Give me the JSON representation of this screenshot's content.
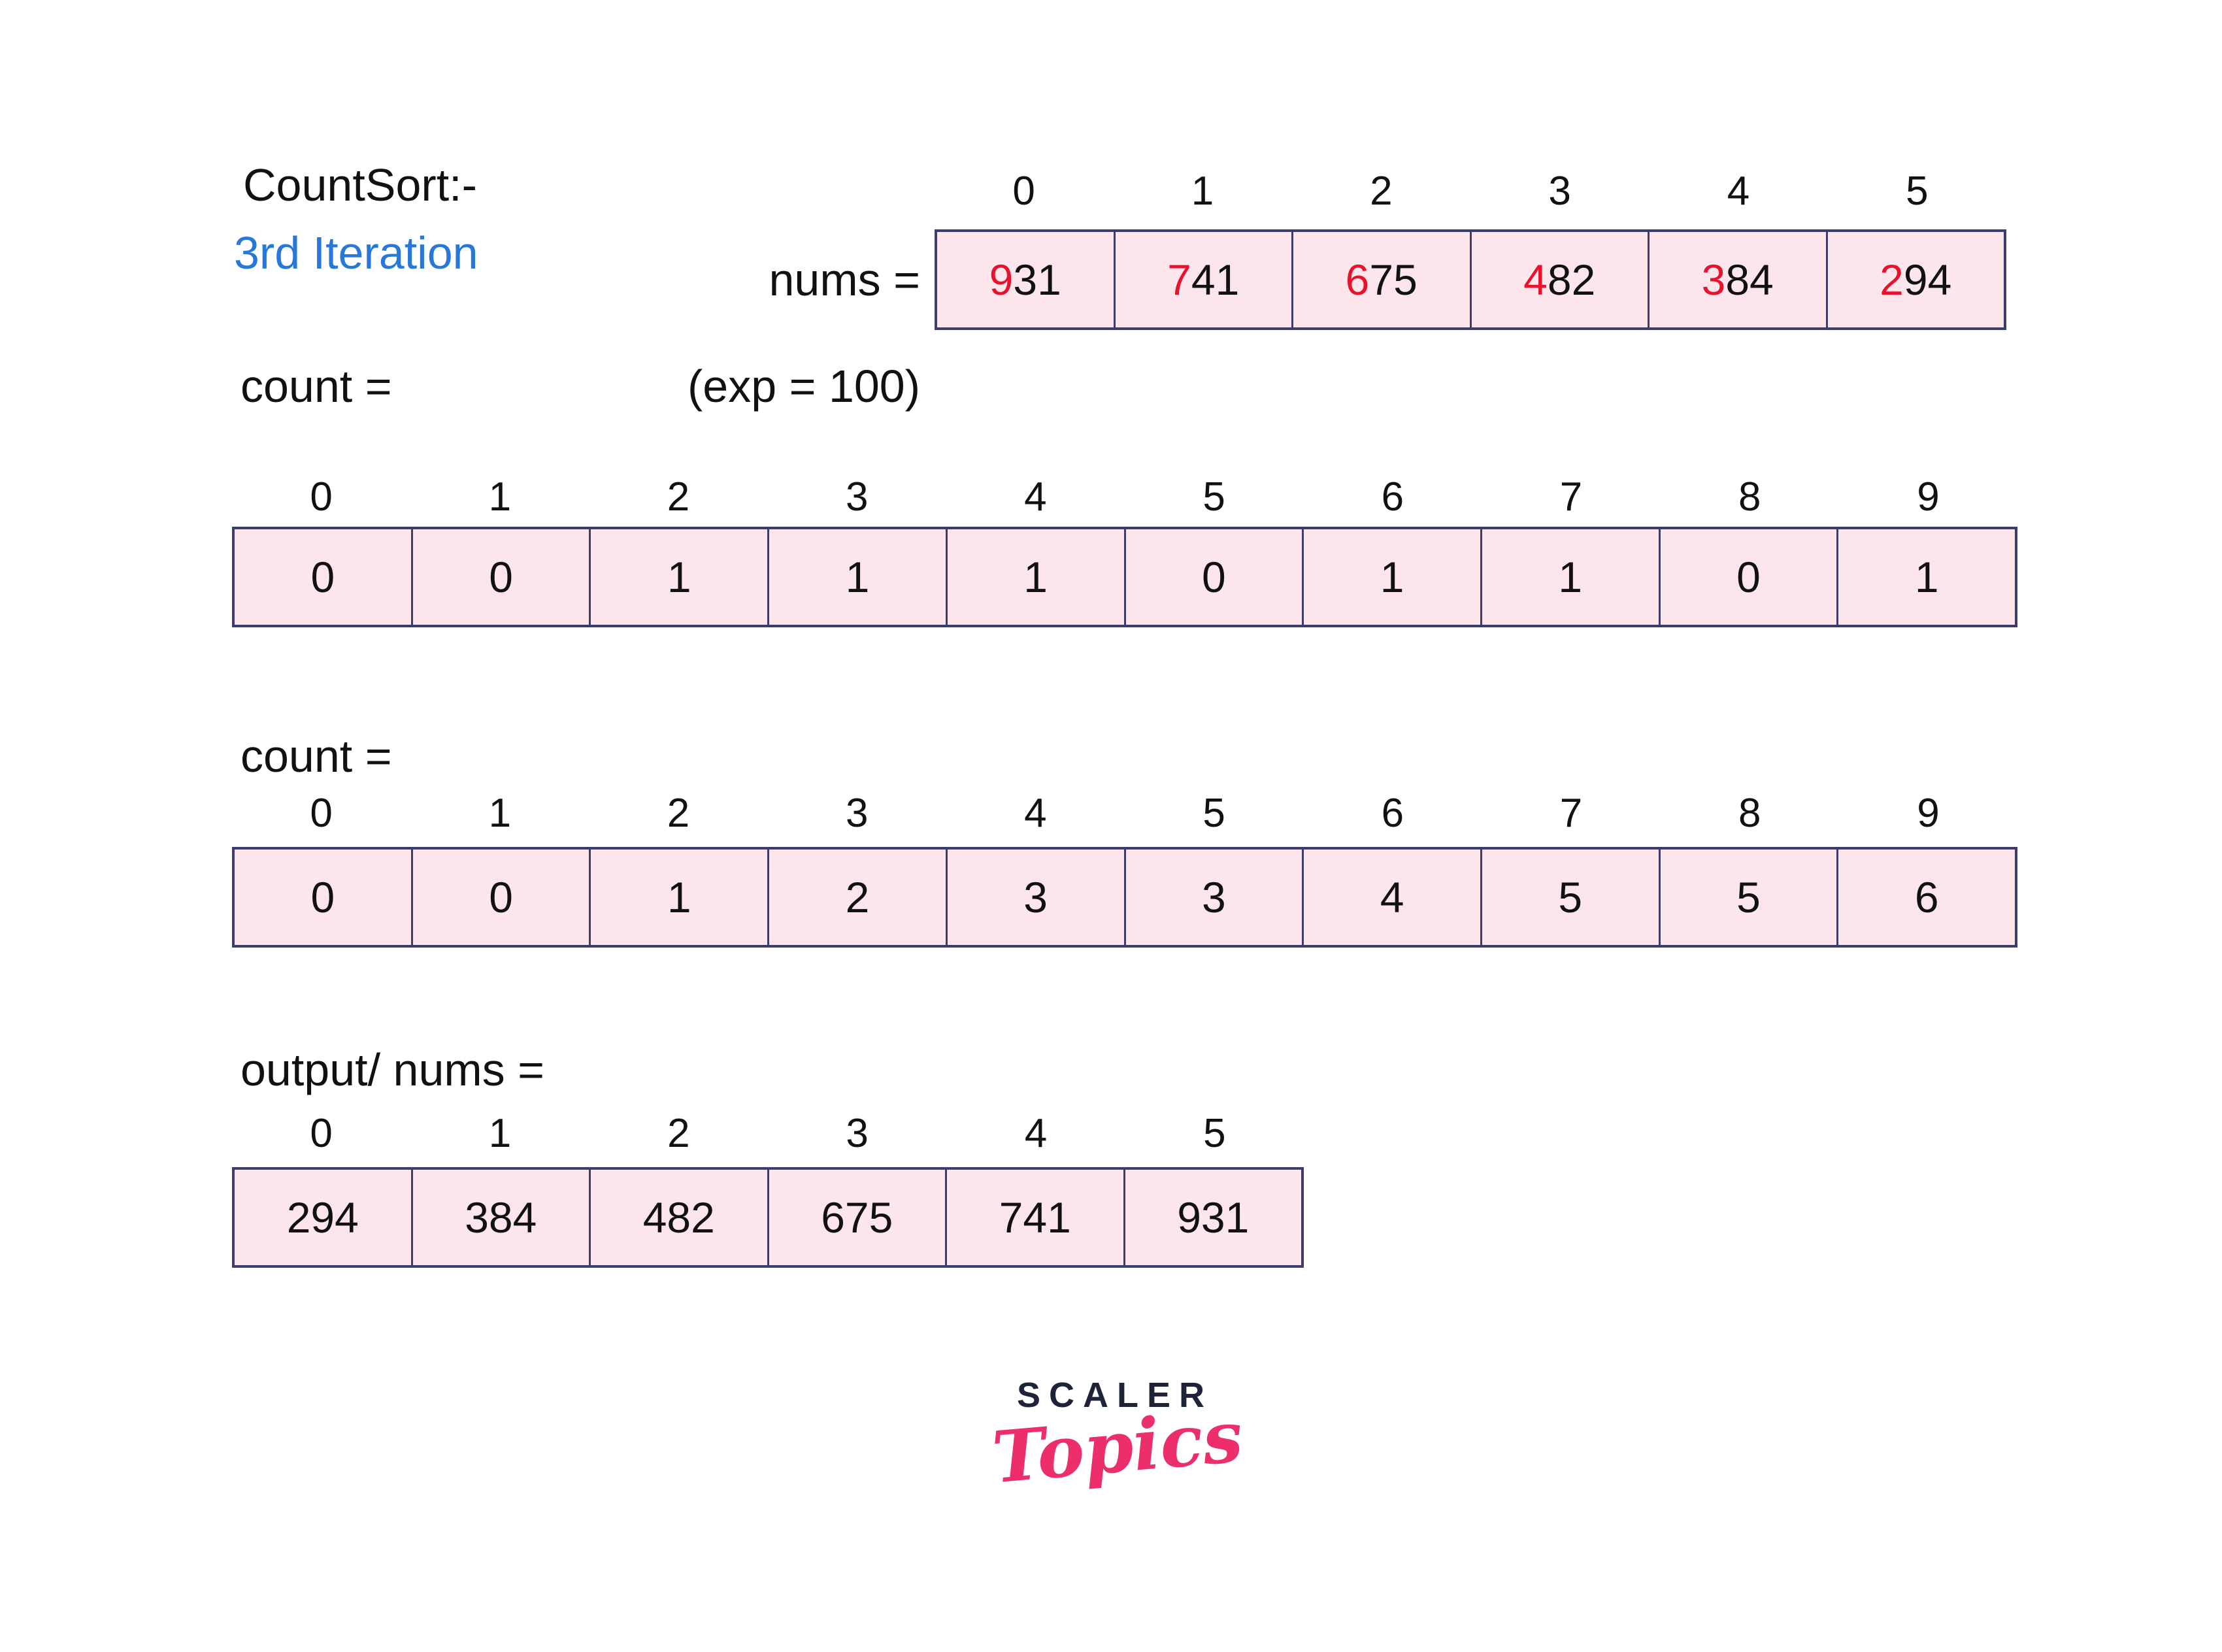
{
  "title": {
    "line1": "CountSort:-",
    "line2": "3rd Iteration"
  },
  "colors": {
    "accent_blue": "#2878d9",
    "digit_red": "#e8122d",
    "cell_fill": "#fce6ec",
    "cell_border": "#3a3d6e",
    "logo_navy": "#1e2438",
    "logo_pink": "#ec2f6a"
  },
  "nums": {
    "label": "nums =",
    "indices": [
      "0",
      "1",
      "2",
      "3",
      "4",
      "5"
    ],
    "cells": [
      {
        "first": "9",
        "rest": "31"
      },
      {
        "first": "7",
        "rest": "41"
      },
      {
        "first": "6",
        "rest": "75"
      },
      {
        "first": "4",
        "rest": "82"
      },
      {
        "first": "3",
        "rest": "84"
      },
      {
        "first": "2",
        "rest": "94"
      }
    ]
  },
  "count1": {
    "label": "count =",
    "exp": "(exp = 100)",
    "indices": [
      "0",
      "1",
      "2",
      "3",
      "4",
      "5",
      "6",
      "7",
      "8",
      "9"
    ],
    "values": [
      "0",
      "0",
      "1",
      "1",
      "1",
      "0",
      "1",
      "1",
      "0",
      "1"
    ]
  },
  "count2": {
    "label": "count =",
    "indices": [
      "0",
      "1",
      "2",
      "3",
      "4",
      "5",
      "6",
      "7",
      "8",
      "9"
    ],
    "values": [
      "0",
      "0",
      "1",
      "2",
      "3",
      "3",
      "4",
      "5",
      "5",
      "6"
    ]
  },
  "output": {
    "label": "output/ nums =",
    "indices": [
      "0",
      "1",
      "2",
      "3",
      "4",
      "5"
    ],
    "values": [
      "294",
      "384",
      "482",
      "675",
      "741",
      "931"
    ]
  },
  "logo": {
    "brand": "SCALER",
    "sub": "Topics"
  }
}
